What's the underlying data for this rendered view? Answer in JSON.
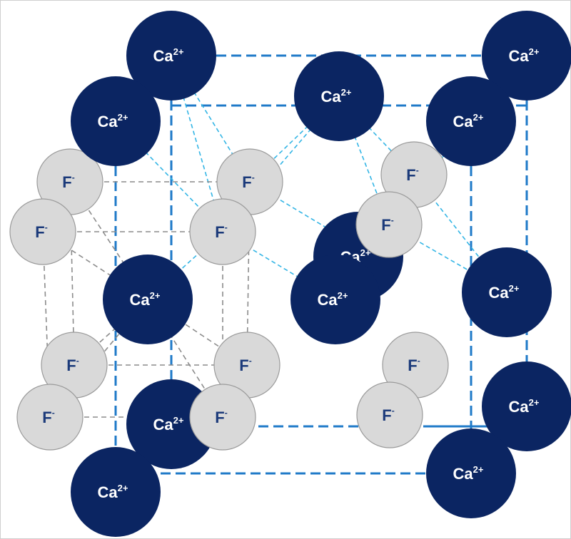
{
  "diagram": {
    "calcium_label": "Ca",
    "calcium_charge": "2+",
    "fluoride_label": "F",
    "fluoride_charge": "-",
    "colors": {
      "calcium_fill": "#0b2562",
      "fluoride_fill": "#d9d9d9",
      "fluoride_stroke": "#9a9a9a",
      "frame_line": "#1f7ac8",
      "bond_line": "#33b5e5",
      "inner_cube_line": "#8c8c8c",
      "border": "#cfcfcf"
    }
  }
}
